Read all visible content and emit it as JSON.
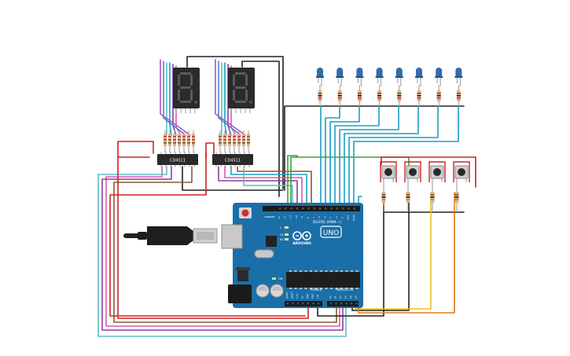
{
  "ics": [
    {
      "label": "CD4511"
    },
    {
      "label": "CD4511"
    }
  ],
  "arduino": {
    "model": "UNO",
    "brand": "ARDUINO",
    "digital_header": "DIGITAL (PWM ~)",
    "power_header": "POWER",
    "analog_header": "ANALOG IN",
    "tx_label": "TX",
    "rx_label": "RX",
    "l_label": "L",
    "on_label": "ON",
    "aref_label": "AREF",
    "gnd_label": "GND",
    "digital_pins": [
      "13",
      "12",
      "~11",
      "~10",
      "~9",
      "8",
      "7",
      "~6",
      "~5",
      "4",
      "~3",
      "2",
      "TX▸1",
      "RX◂0"
    ],
    "power_pins": [
      "IOREF",
      "RESET",
      "3.3V",
      "5V",
      "GND",
      "GND",
      "VIN"
    ],
    "analog_pins": [
      "A0",
      "A1",
      "A2",
      "A3",
      "A4",
      "A5"
    ]
  },
  "colors": {
    "led_blue": "#2f6ea6",
    "wire_red": "#d42020",
    "wire_black": "#222222",
    "wire_cyan": "#1a9fc4",
    "wire_purple": "#8b3fa0",
    "wire_pink": "#d55ab0",
    "wire_green": "#3fa040",
    "wire_yellow": "#e8c020",
    "wire_orange": "#e07a1a",
    "wire_brown": "#8a5a2a",
    "wire_teal": "#5fbcc4",
    "board_blue": "#1b6fa8"
  }
}
